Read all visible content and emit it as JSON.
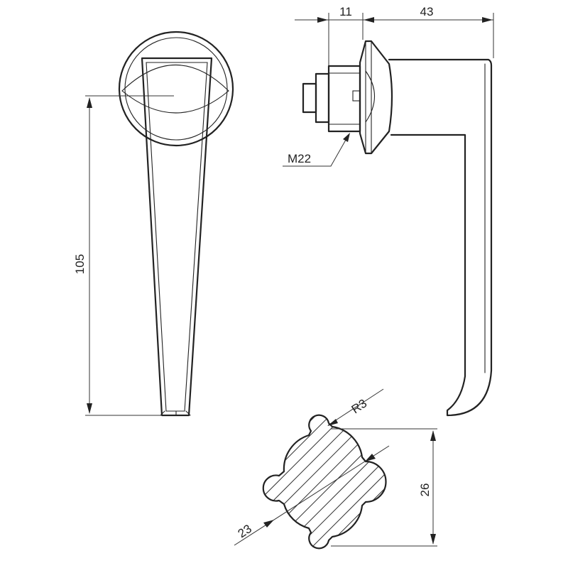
{
  "dimensions": {
    "length": "105",
    "shank_width": "11",
    "lever_reach": "43",
    "thread": "M22",
    "lobe_radius": "R3",
    "section_diameter": "23",
    "section_height": "26"
  },
  "colors": {
    "line": "#222222",
    "background": "#ffffff"
  }
}
